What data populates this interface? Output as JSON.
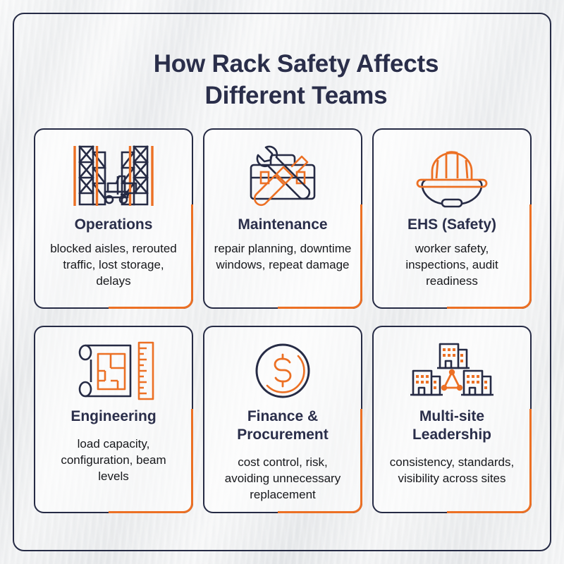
{
  "page": {
    "title_line1": "How Rack Safety Affects",
    "title_line2": "Different Teams",
    "colors": {
      "navy": "#262b45",
      "orange": "#ec7024",
      "text": "#17181c",
      "background": "#e9eaec"
    }
  },
  "cards": [
    {
      "icon": "warehouse-rack-forklift-icon",
      "title": "Operations",
      "description": "blocked aisles, rerouted traffic, lost storage, delays"
    },
    {
      "icon": "toolbox-wrench-screwdriver-icon",
      "title": "Maintenance",
      "description": "repair planning, downtime windows, repeat damage"
    },
    {
      "icon": "hard-hat-icon",
      "title": "EHS (Safety)",
      "description": "worker safety, inspections, audit readiness"
    },
    {
      "icon": "blueprint-ruler-icon",
      "title": "Engineering",
      "description": "load capacity, configuration, beam levels"
    },
    {
      "icon": "dollar-coin-icon",
      "title": "Finance & Procurement",
      "description": "cost control, risk, avoiding unnecessary replacement"
    },
    {
      "icon": "multi-building-network-icon",
      "title": "Multi-site Leadership",
      "description": "consistency, standards, visibility across sites"
    }
  ]
}
